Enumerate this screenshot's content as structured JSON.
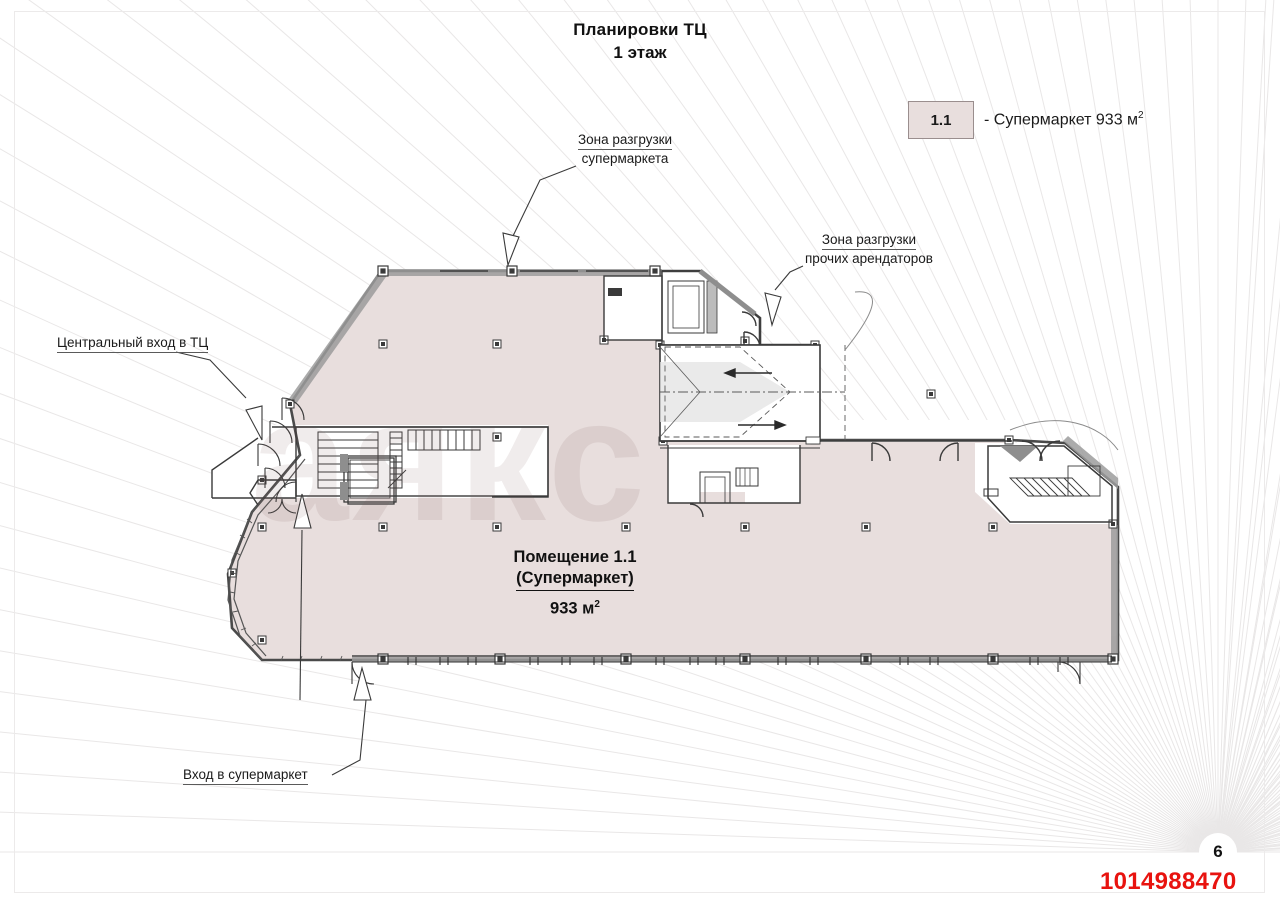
{
  "document": {
    "title_line1": "Планировки ТЦ",
    "title_line2": "1 этаж",
    "page_number": "6",
    "doc_id": "1014988470",
    "watermark": "аякс"
  },
  "legend": {
    "swatch_code": "1.1",
    "description": "- Супермаркет 933 м",
    "description_sup": "2",
    "swatch_fill": "#e8dedd",
    "swatch_border": "#9a8e8e"
  },
  "callouts": [
    {
      "name": "unload-supermarket",
      "line1": "Зона разгрузки",
      "line2": "супермаркета"
    },
    {
      "name": "unload-other-tenants",
      "line1": "Зона разгрузки",
      "line2": "прочих арендаторов"
    },
    {
      "name": "main-entrance",
      "line1": "Центральный вход в ТЦ"
    },
    {
      "name": "supermarket-entrance",
      "line1": "Вход в супермаркет"
    }
  ],
  "room": {
    "line1": "Помещение 1.1",
    "line2": "(Супермаркет)",
    "area": "933 м",
    "area_sup": "2"
  },
  "colors": {
    "room_fill": "#e8dedd",
    "wall_dark": "#4a4a4a",
    "wall_mid": "#8b8b8b",
    "ray_line": "#e9e7e7",
    "accent_red": "#e8130f",
    "border": "#eceaea"
  }
}
